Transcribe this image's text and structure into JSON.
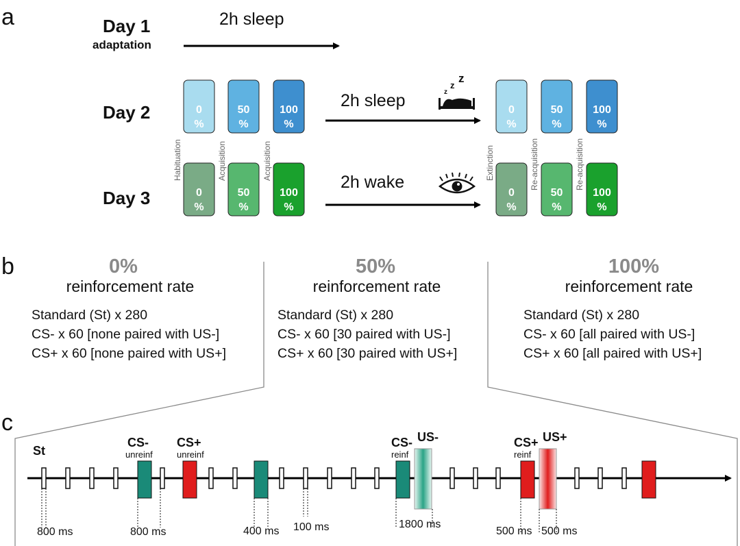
{
  "panels": {
    "a": "a",
    "b": "b",
    "c": "c"
  },
  "panel_a": {
    "day1": {
      "label": "Day 1",
      "sub": "adaptation",
      "arrow": "2h sleep"
    },
    "day2": {
      "label": "Day 2",
      "arrow": "2h sleep"
    },
    "day3": {
      "label": "Day 3",
      "arrow": "2h wake"
    },
    "block_pct": [
      "0\n%",
      "50\n%",
      "100\n%"
    ],
    "phases_left": [
      "Habituation",
      "Acquisition",
      "Acquisition"
    ],
    "phases_right": [
      "Extinction",
      "Re-acquisition",
      "Re-acquisition"
    ],
    "colors": {
      "day2": [
        "#a9dcef",
        "#5fb2e1",
        "#3e8fcf"
      ],
      "day3": [
        "#7aab86",
        "#57b76f",
        "#1aa12d"
      ]
    }
  },
  "panel_b": {
    "columns": [
      {
        "pct": "0%",
        "title": "reinforcement rate",
        "lines": [
          "Standard (St) x 280",
          "CS- x 60 [none paired with US-]",
          "CS+ x 60 [none paired with US+]"
        ]
      },
      {
        "pct": "50%",
        "title": "reinforcement rate",
        "lines": [
          "Standard (St) x 280",
          "CS- x 60 [30 paired with US-]",
          "CS+ x 60 [30 paired with US+]"
        ]
      },
      {
        "pct": "100%",
        "title": "reinforcement rate",
        "lines": [
          "Standard (St) x 280",
          "CS- x 60 [all paired with US-]",
          "CS+ x 60 [all paired with US+]"
        ]
      }
    ]
  },
  "panel_c": {
    "stimuli": [
      {
        "label": "St",
        "sub": ""
      },
      {
        "label": "CS-",
        "sub": "unreinf"
      },
      {
        "label": "CS+",
        "sub": "unreinf"
      },
      {
        "label": "CS-",
        "sub": "reinf"
      },
      {
        "label": "US-",
        "sub": ""
      },
      {
        "label": "CS+",
        "sub": "reinf"
      },
      {
        "label": "US+",
        "sub": ""
      }
    ],
    "durations": [
      "800 ms",
      "800 ms",
      "400 ms",
      "100 ms",
      "1800 ms",
      "500 ms",
      "500 ms"
    ],
    "colors": {
      "cs_minus": "#1a8a78",
      "cs_plus": "#e01d1d"
    }
  }
}
